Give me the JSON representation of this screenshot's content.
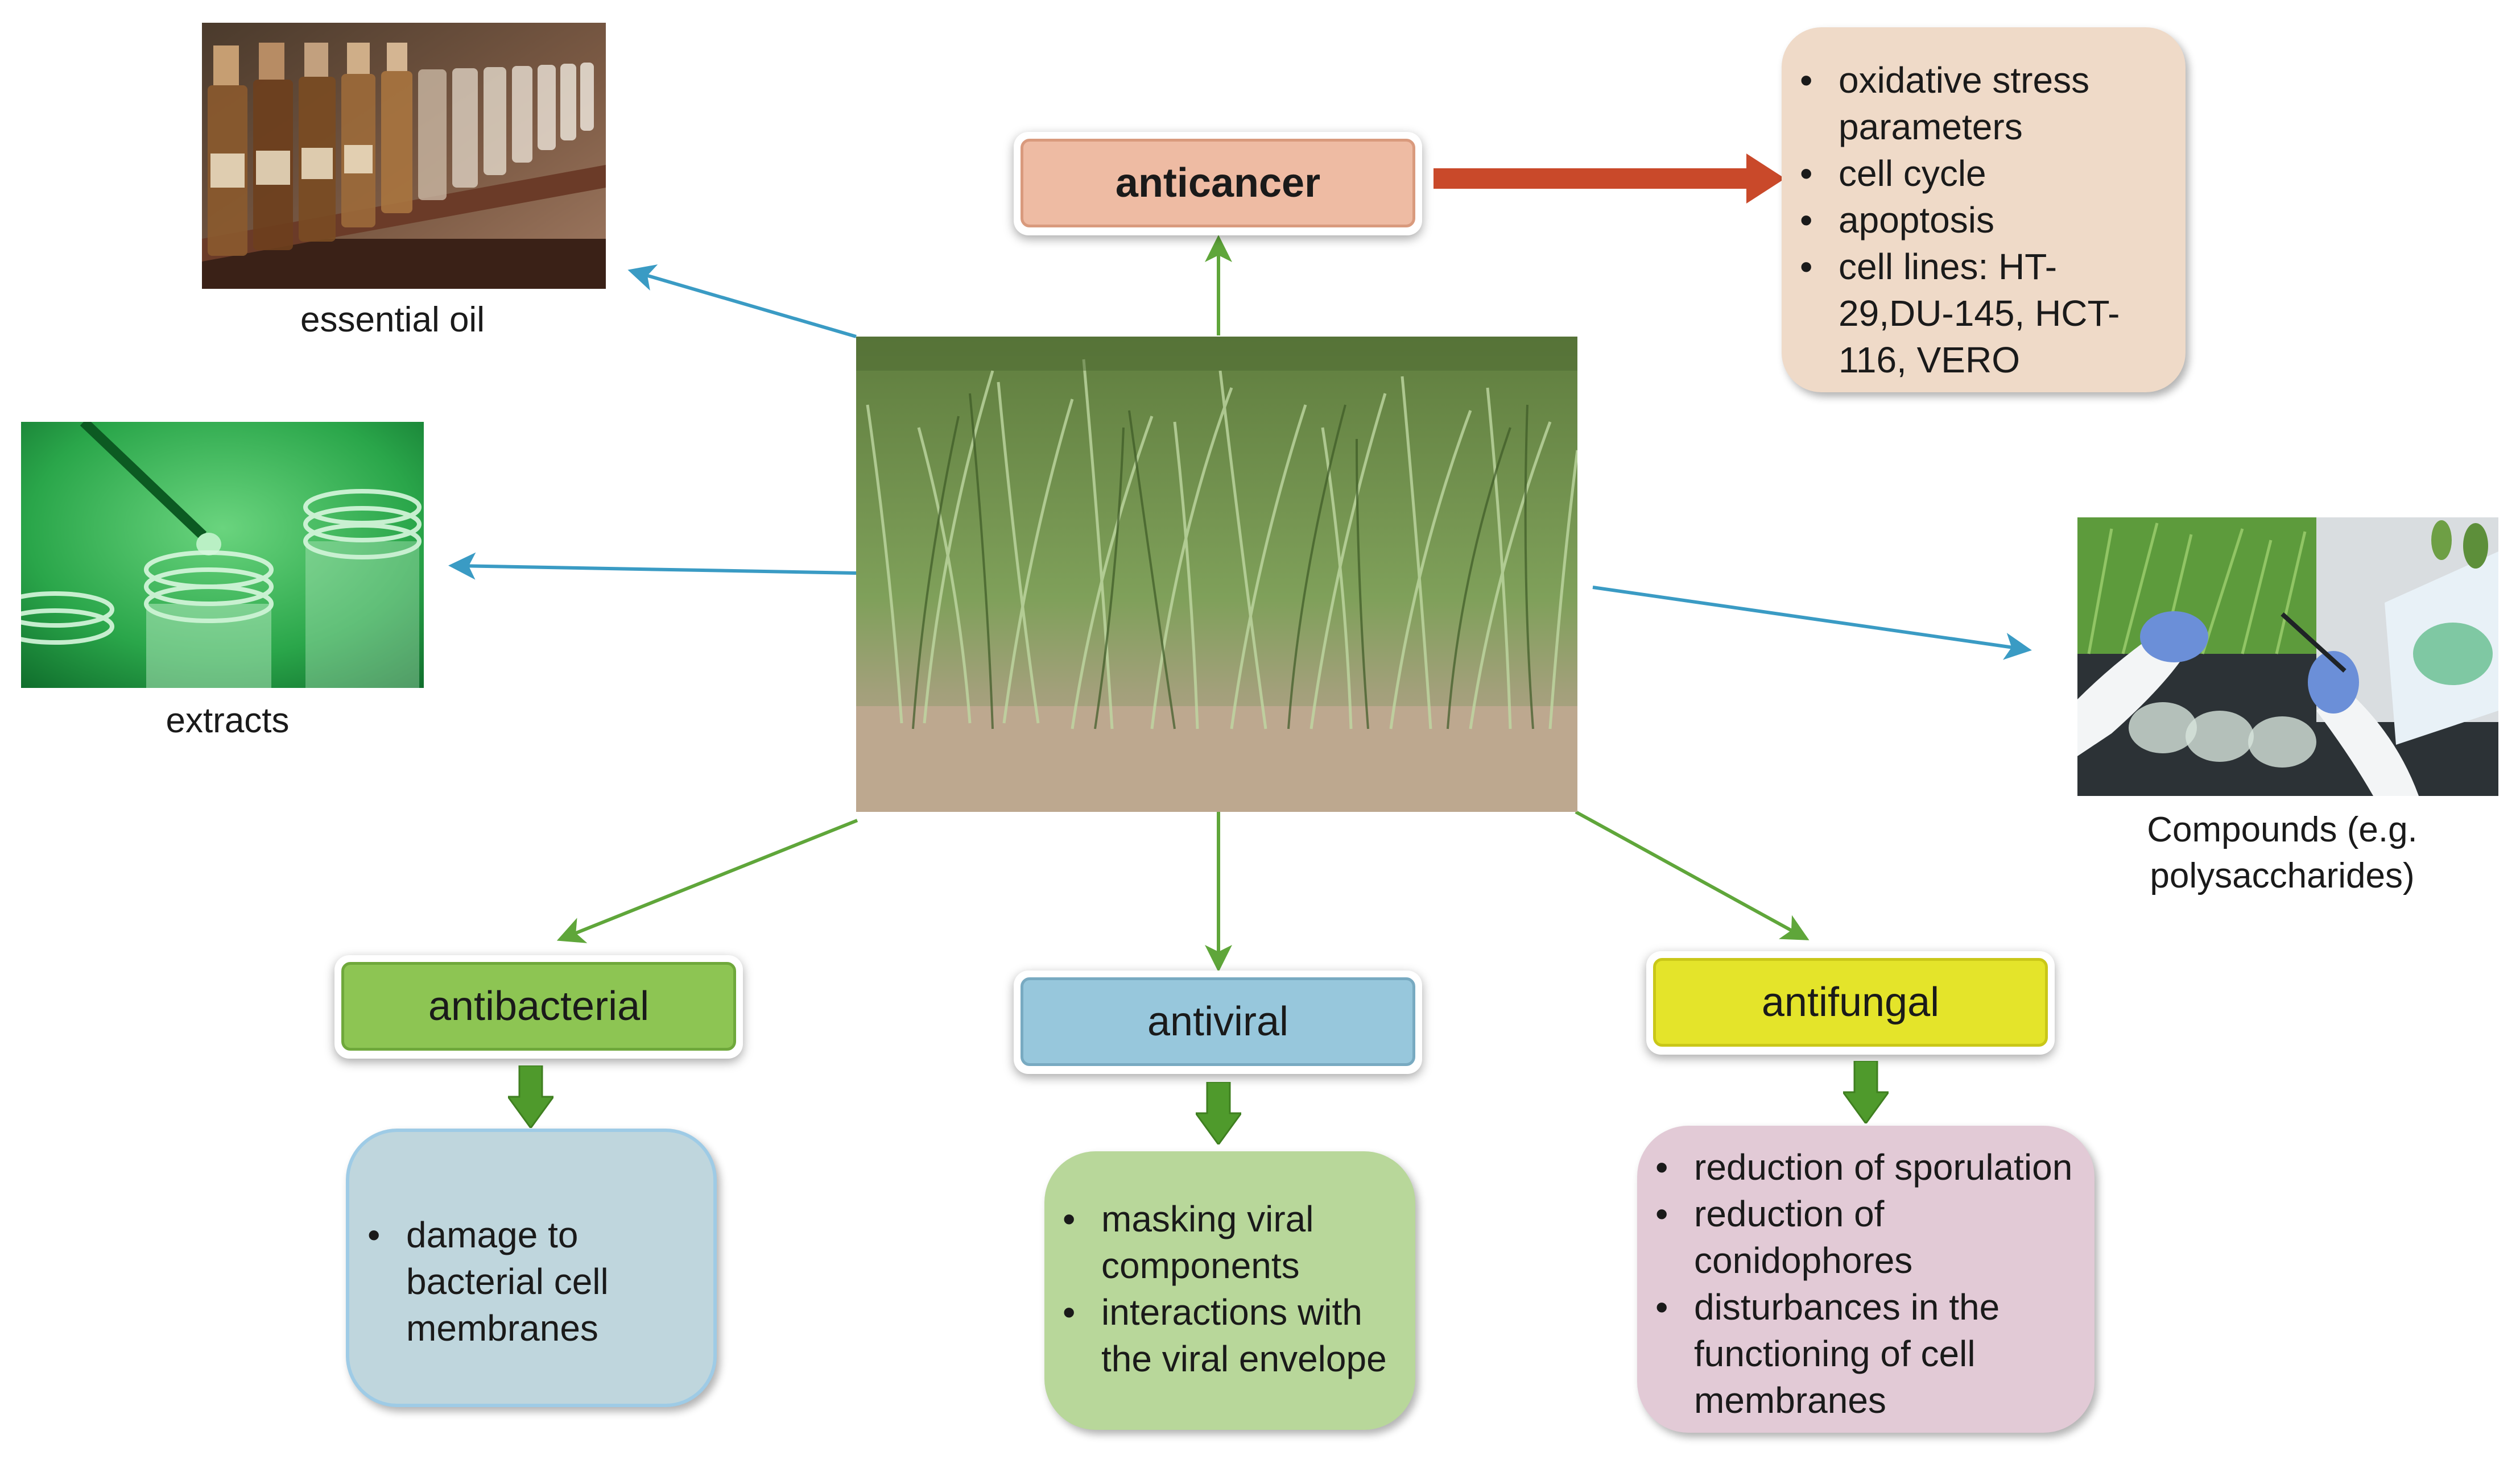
{
  "images": {
    "essential_oil": {
      "caption": "essential oil"
    },
    "extracts": {
      "caption": "extracts"
    },
    "compounds": {
      "caption_line1": "Compounds (e.g.",
      "caption_line2": "polysaccharides)"
    },
    "plant": {
      "description_icon": "lemongrass-plant"
    }
  },
  "categories": {
    "anticancer": {
      "label": "anticancer",
      "color": "#eebba3",
      "border": "#d99a7d"
    },
    "antibacterial": {
      "label": "antibacterial",
      "color": "#8dc553",
      "border": "#6fa83b"
    },
    "antiviral": {
      "label": "antiviral",
      "color": "#97c7dc",
      "border": "#78aac1"
    },
    "antifungal": {
      "label": "antifungal",
      "color": "#e4e42a",
      "border": "#c9c718"
    }
  },
  "effects": {
    "anticancer": {
      "color": "#efdac8",
      "items": [
        [
          "oxidative stress",
          "parameters"
        ],
        [
          "cell cycle"
        ],
        [
          "apoptosis"
        ],
        [
          "cell lines: HT-",
          "29,DU-145, HCT-",
          "116, VERO"
        ]
      ]
    },
    "antibacterial": {
      "color": "#bfd6dd",
      "border": "#9ecbe6",
      "items": [
        [
          "damage to",
          "bacterial cell",
          "membranes"
        ]
      ]
    },
    "antiviral": {
      "color": "#b8d79a",
      "items": [
        [
          "masking viral",
          "components"
        ],
        [
          "interactions with",
          "the viral envelope"
        ]
      ]
    },
    "antifungal": {
      "color": "#e2cad6",
      "items": [
        [
          "reduction of sporulation"
        ],
        [
          "reduction of",
          "conidophores"
        ],
        [
          "disturbances in the",
          "functioning of cell",
          "membranes"
        ]
      ]
    }
  },
  "colors": {
    "blue_arrow": "#3a9bc4",
    "green_arrow": "#5fa63a",
    "red_arrow": "#c9492a",
    "fat_green_arrow": "#4f9a2c"
  }
}
